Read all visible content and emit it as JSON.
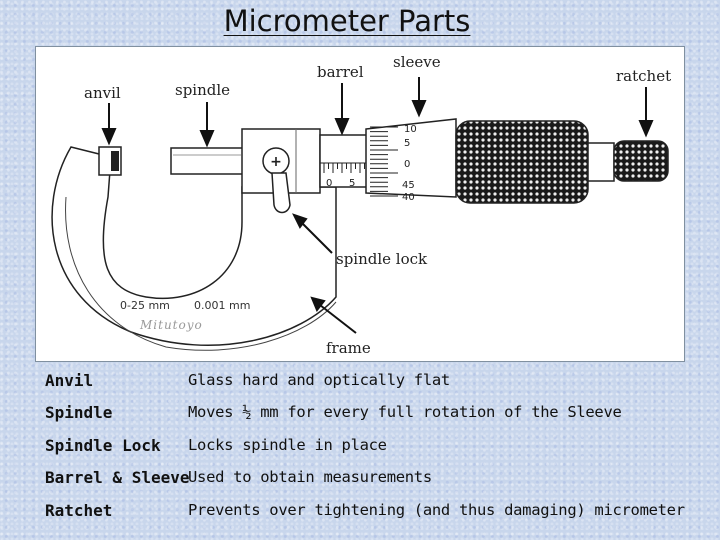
{
  "title": "Micrometer Parts",
  "diagram": {
    "labels": {
      "anvil": "anvil",
      "spindle": "spindle",
      "barrel": "barrel",
      "sleeve": "sleeve",
      "ratchet": "ratchet",
      "spindle_lock": "spindle lock",
      "frame": "frame"
    },
    "barrel_scale": [
      "0",
      "5"
    ],
    "sleeve_scale": [
      "10",
      "5",
      "0",
      "45",
      "40"
    ],
    "frame_specs": {
      "range": "0-25 mm",
      "resolution": "0.001 mm"
    },
    "brand": "Mitutoyo"
  },
  "parts": [
    {
      "name": "Anvil",
      "description": "Glass hard and optically flat"
    },
    {
      "name": "Spindle",
      "description": "Moves ½ mm for every full rotation of the Sleeve"
    },
    {
      "name": "Spindle Lock",
      "description": "Locks spindle in place"
    },
    {
      "name": "Barrel & Sleeve",
      "description": "Used to obtain measurements"
    },
    {
      "name": "Ratchet",
      "description": "Prevents over tightening (and thus damaging) micrometer"
    }
  ]
}
